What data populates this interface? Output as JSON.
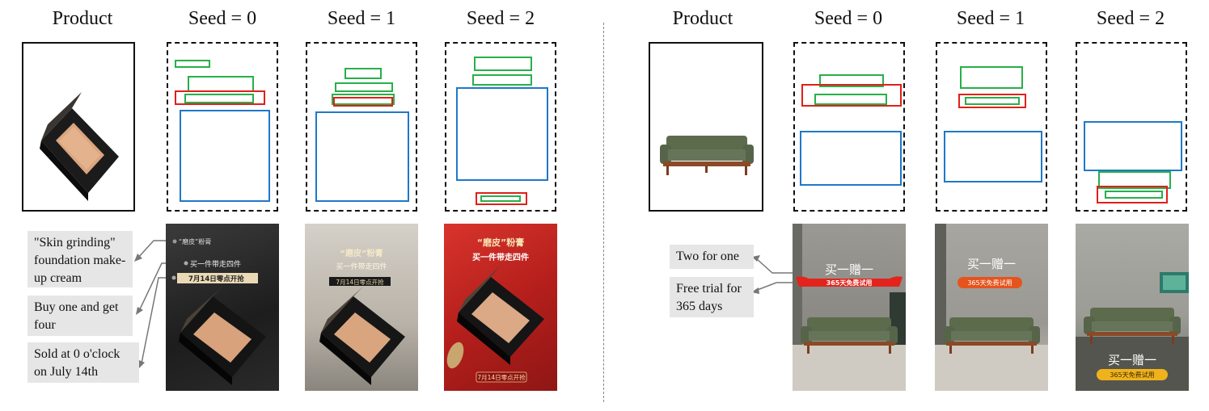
{
  "headers": {
    "left": [
      "Product",
      "Seed = 0",
      "Seed = 1",
      "Seed = 2"
    ],
    "right": [
      "Product",
      "Seed = 0",
      "Seed = 1",
      "Seed = 2"
    ]
  },
  "left_callouts": [
    "\"Skin grinding\" foundation make-up cream",
    "Buy one and get four",
    "Sold at 0 o'clock on July 14th"
  ],
  "right_callouts": [
    "Two for one",
    "Free trial for 365 days"
  ],
  "poster_text": {
    "title": "“磨皮”粉膏",
    "sub": "买一件带走四件",
    "date": "7月14日零点开抢",
    "buy": "买一赠一",
    "trial": "365天免费试用"
  },
  "colors": {
    "text_box": "#27b04a",
    "underlay": "#e0201a",
    "product": "#1f78c8"
  }
}
